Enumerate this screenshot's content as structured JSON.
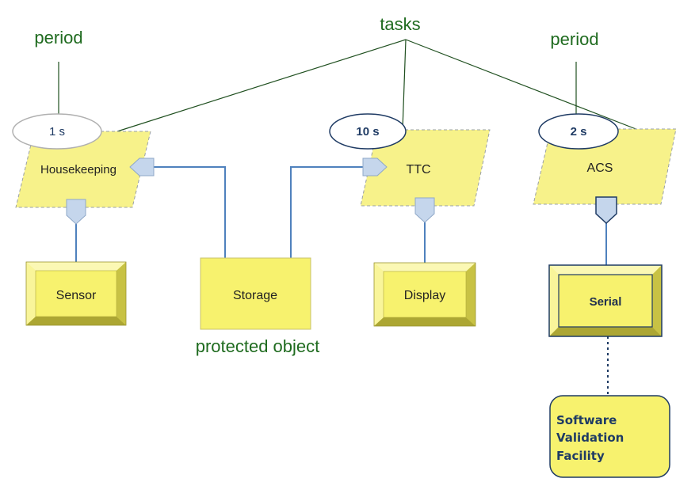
{
  "labels": {
    "tasks": "tasks",
    "period_left": "period",
    "period_right": "period",
    "protected_object": "protected object"
  },
  "tasks": [
    {
      "id": "housekeeping",
      "name": "Housekeeping",
      "period": "1 s"
    },
    {
      "id": "ttc",
      "name": "TTC",
      "period": "10 s"
    },
    {
      "id": "acs",
      "name": "ACS",
      "period": "2 s"
    }
  ],
  "devices": {
    "sensor": "Sensor",
    "display": "Display",
    "serial": "Serial"
  },
  "storage": "Storage",
  "facility": {
    "line1": "Software",
    "line2": "Validation",
    "line3": "Facility"
  },
  "colors": {
    "task_fill": "#f7f28a",
    "device_fill": "#f7f26e",
    "connector_fill": "#c5d6ec",
    "connector_stroke": "#8fa8c8",
    "link_line": "#4f81bd",
    "tree_line": "#1f4f1f",
    "label_green": "#1f6b1f",
    "period_text": "#1f3b64"
  }
}
